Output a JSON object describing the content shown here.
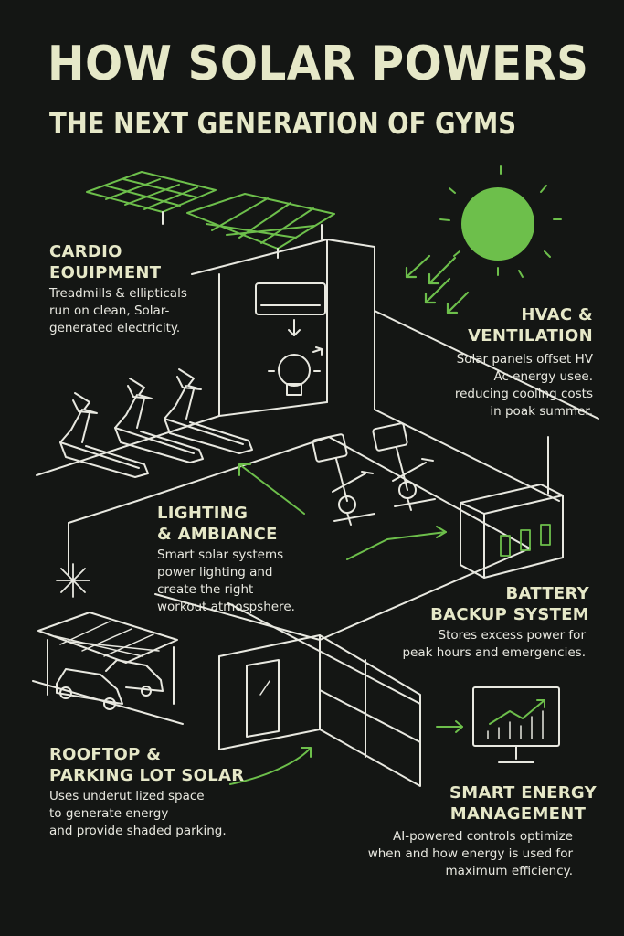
{
  "title": {
    "line1": "HOW SOLAR POWERS",
    "line2": "THE NEXT GENERATION OF GYMS"
  },
  "colors": {
    "background": "#141614",
    "accent_green": "#6dbf4b",
    "line_white": "#e8e8e0",
    "heading": "#e6e8c8"
  },
  "sections": {
    "cardio": {
      "heading": "CARDIO\nEOUIPMENT",
      "text": "Treadmills & ellipticals\nrun on clean, Solar-\ngenerated electricity."
    },
    "hvac": {
      "heading": "HVAC &\nVENTILATION",
      "text": "Solar panels offset HV\nAc energy usee.\nreducing cooling costs\nin poak summer."
    },
    "lighting": {
      "heading": "LIGHTING\n& AMBIANCE",
      "text": "Smart solar systems\npower lighting and\ncreate the right\nworkout atmospshere."
    },
    "battery": {
      "heading": "BATTERY\nBACKUP SYSTEM",
      "text": "Stores excess power for\npeak hours and emergencies."
    },
    "rooftop": {
      "heading": "ROOFTOP &\nPARKING LOT SOLAR",
      "text": "Uses underut lized space\nto generate energy\nand provide shaded parking."
    },
    "smart": {
      "heading": "SMART ENERGY\nMANAGEMENT",
      "text": "AI-powered controls optimize\nwhen and how energy is used for\nmaximum efficiency."
    }
  },
  "icons": [
    "sun-icon",
    "solar-panel-icon",
    "air-conditioner-icon",
    "lightbulb-icon",
    "treadmill-icon",
    "exercise-bike-icon",
    "battery-icon",
    "snowflake-icon",
    "carport-icon",
    "car-icon",
    "monitor-chart-icon"
  ]
}
